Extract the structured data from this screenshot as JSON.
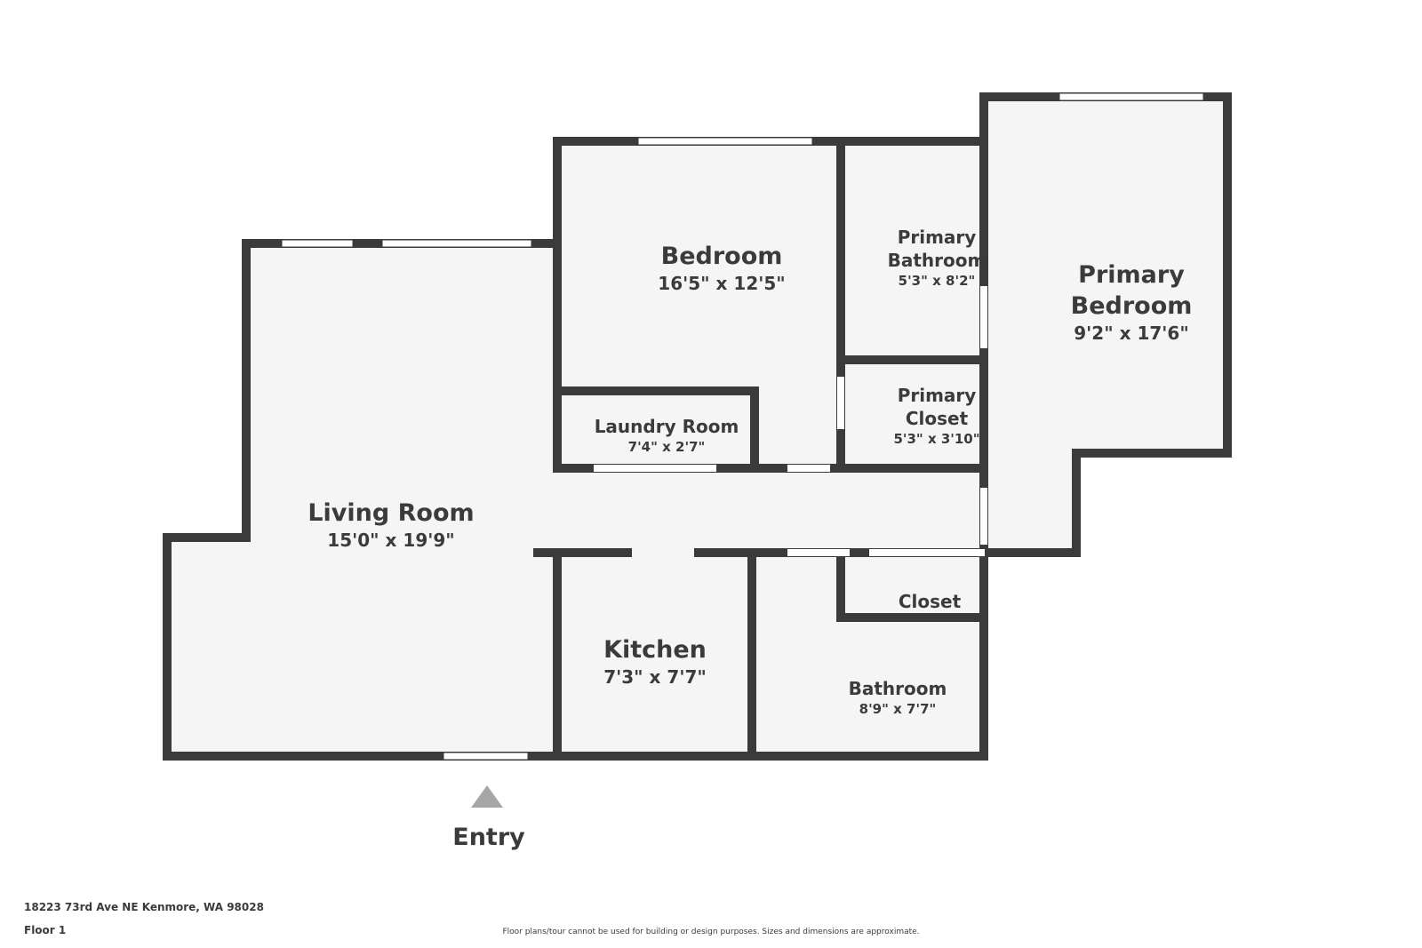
{
  "rooms": {
    "living_room": {
      "name": "Living Room",
      "dims": "15'0\" x 19'9\""
    },
    "bedroom": {
      "name": "Bedroom",
      "dims": "16'5\" x 12'5\""
    },
    "primary_bathroom": {
      "name_line1": "Primary",
      "name_line2": "Bathroom",
      "dims": "5'3\" x 8'2\""
    },
    "primary_bedroom": {
      "name_line1": "Primary",
      "name_line2": "Bedroom",
      "dims": "9'2\" x 17'6\""
    },
    "primary_closet": {
      "name_line1": "Primary",
      "name_line2": "Closet",
      "dims": "5'3\" x 3'10\""
    },
    "laundry_room": {
      "name": "Laundry Room",
      "dims": "7'4\" x 2'7\""
    },
    "kitchen": {
      "name": "Kitchen",
      "dims": "7'3\" x 7'7\""
    },
    "closet": {
      "name": "Closet"
    },
    "bathroom": {
      "name": "Bathroom",
      "dims": "8'9\" x 7'7\""
    }
  },
  "entry_label": "Entry",
  "address": "18223 73rd Ave NE Kenmore, WA 98028",
  "floor": "Floor 1",
  "disclaimer": "Floor plans/tour cannot be used for building or design purposes. Sizes and dimensions are approximate.",
  "colors": {
    "wall": "#3b3b3b",
    "floor": "#f5f5f5",
    "window": "#ffffff",
    "entry_marker": "#a6a6a6"
  }
}
